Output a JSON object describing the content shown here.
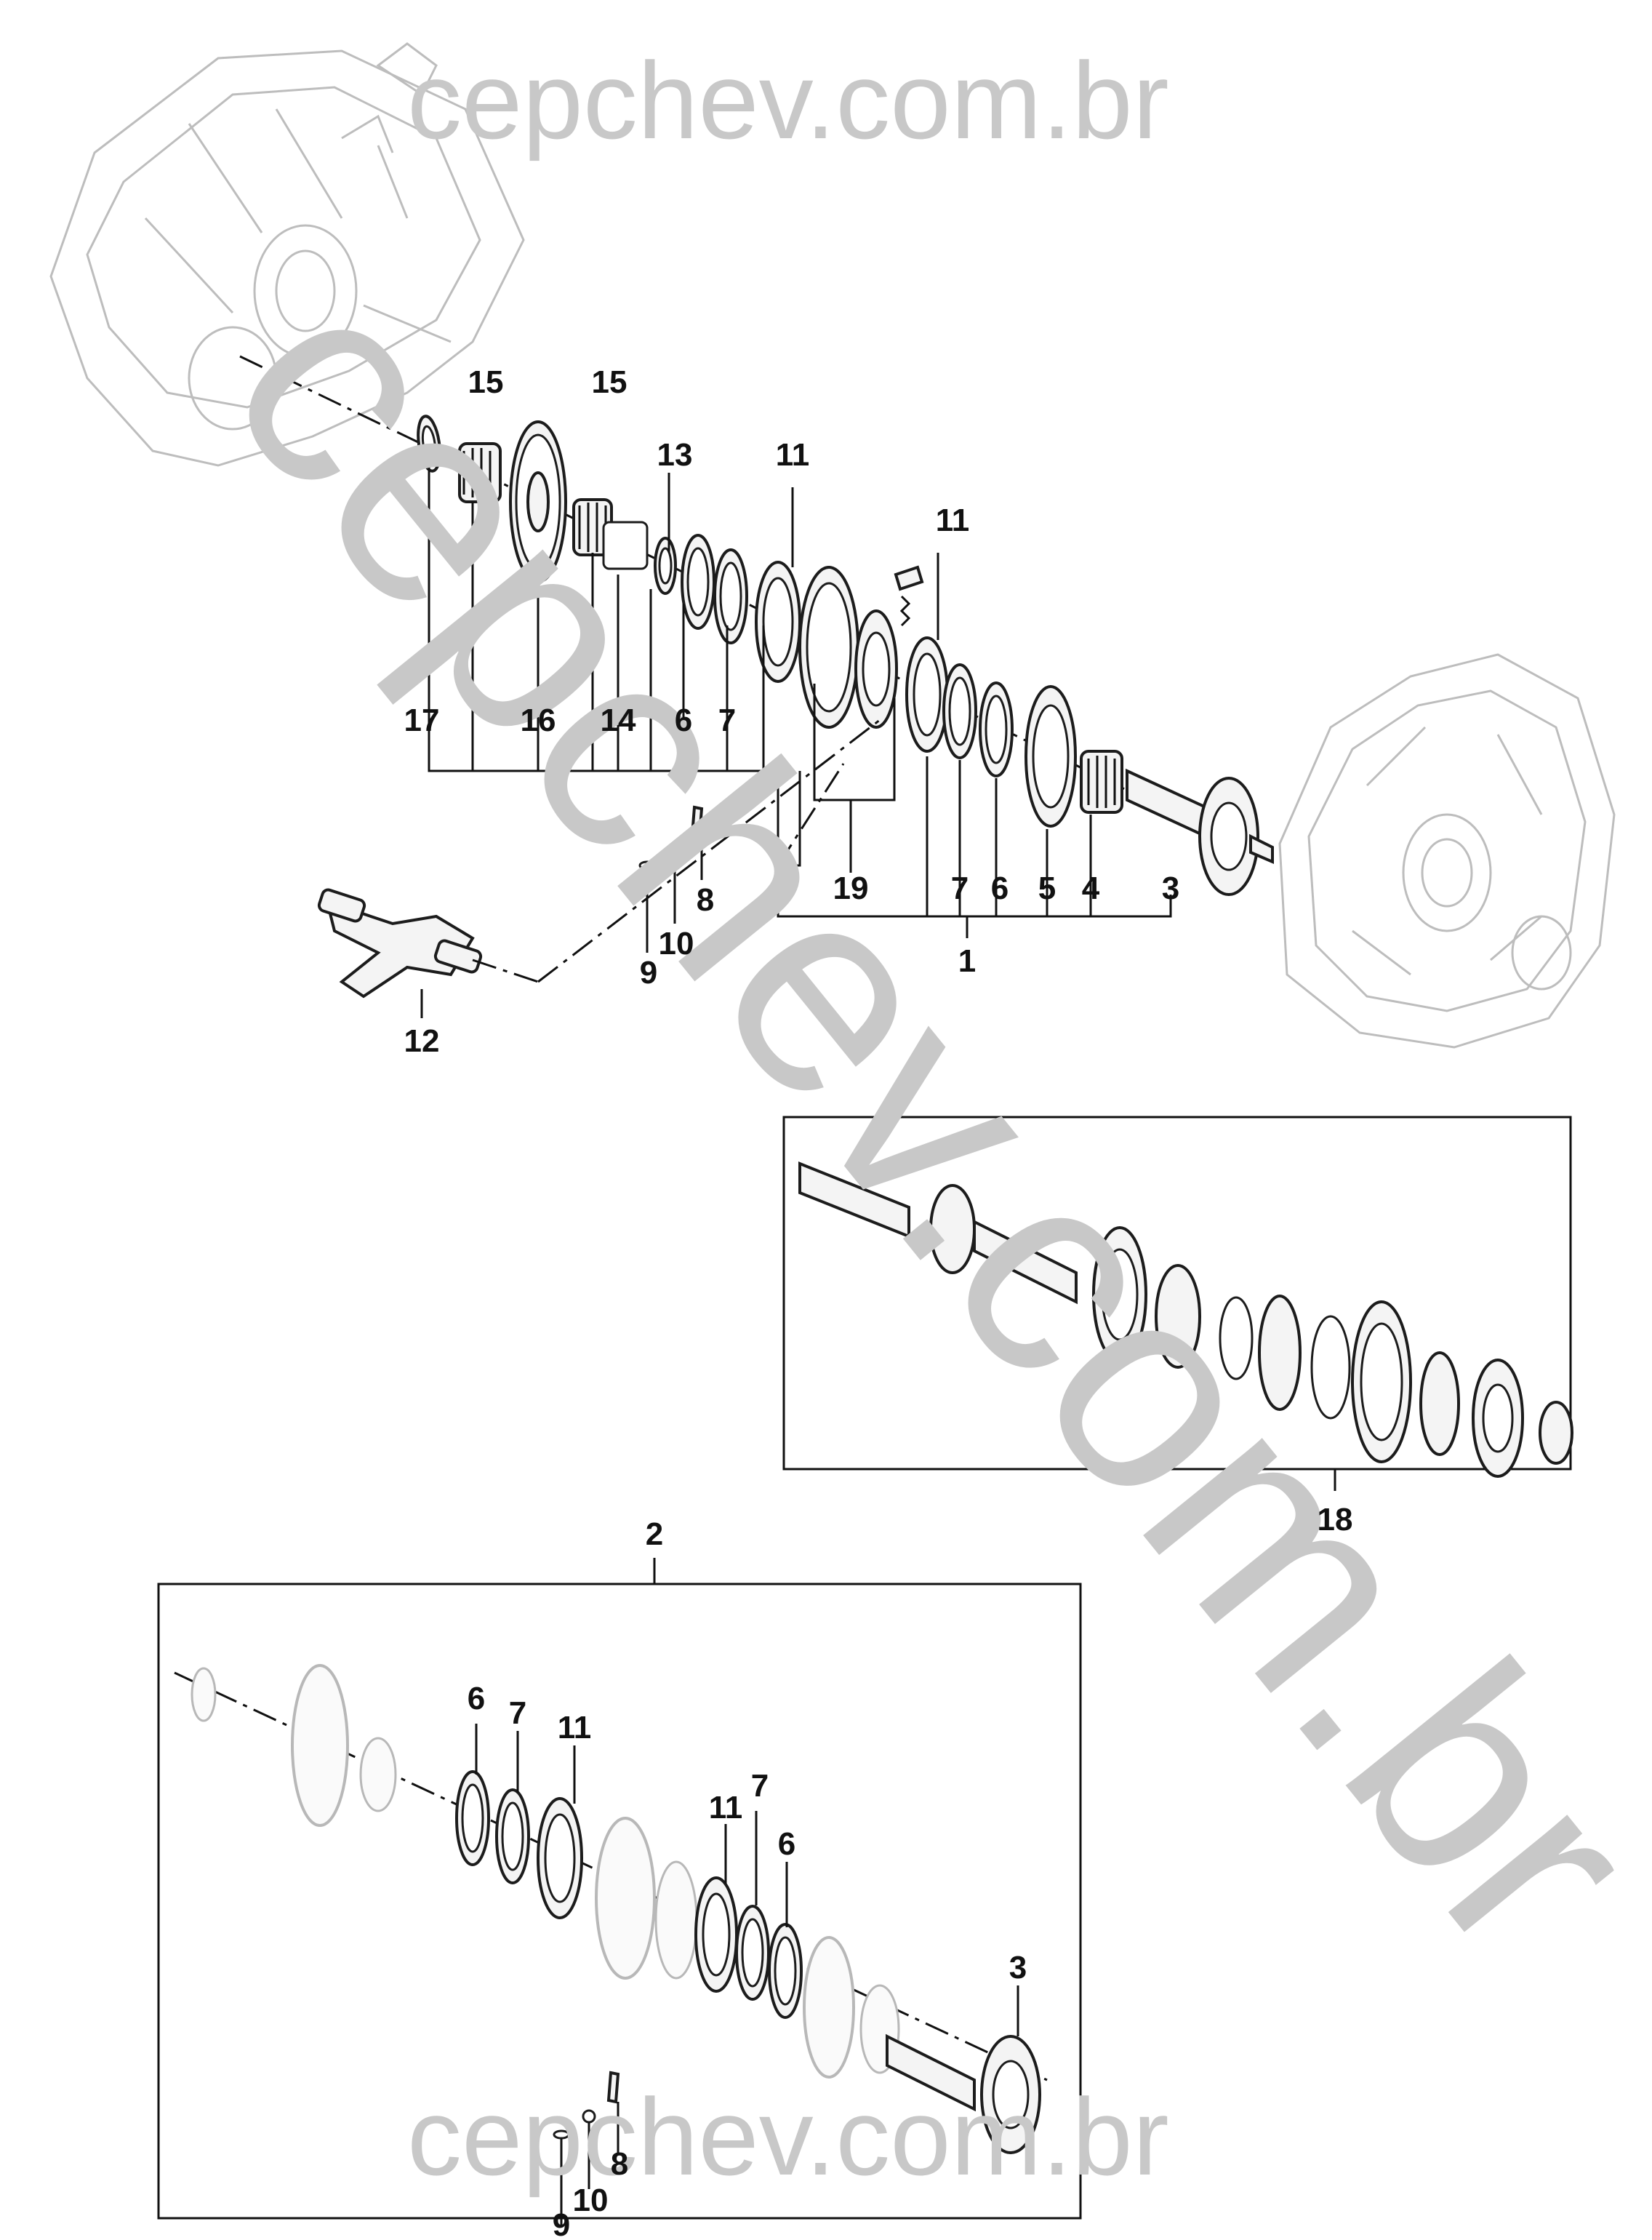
{
  "watermark": {
    "text": "cepchev.com.br",
    "color": "#c8c8c8"
  },
  "callouts": [
    {
      "id": "c17",
      "label": "17"
    },
    {
      "id": "c16",
      "label": "16"
    },
    {
      "id": "c14",
      "label": "14"
    },
    {
      "id": "c6a",
      "label": "6"
    },
    {
      "id": "c7a",
      "label": "7"
    },
    {
      "id": "c15a",
      "label": "15"
    },
    {
      "id": "c15b",
      "label": "15"
    },
    {
      "id": "c13",
      "label": "13"
    },
    {
      "id": "c11a",
      "label": "11"
    },
    {
      "id": "c11b",
      "label": "11"
    },
    {
      "id": "c19",
      "label": "19"
    },
    {
      "id": "c7b",
      "label": "7"
    },
    {
      "id": "c6b",
      "label": "6"
    },
    {
      "id": "c5",
      "label": "5"
    },
    {
      "id": "c4",
      "label": "4"
    },
    {
      "id": "c3a",
      "label": "3"
    },
    {
      "id": "c1",
      "label": "1"
    },
    {
      "id": "c8a",
      "label": "8"
    },
    {
      "id": "c10a",
      "label": "10"
    },
    {
      "id": "c9a",
      "label": "9"
    },
    {
      "id": "c12",
      "label": "12"
    },
    {
      "id": "c18",
      "label": "18"
    },
    {
      "id": "c2",
      "label": "2"
    },
    {
      "id": "c6c",
      "label": "6"
    },
    {
      "id": "c7c",
      "label": "7"
    },
    {
      "id": "c11c",
      "label": "11"
    },
    {
      "id": "c11d",
      "label": "11"
    },
    {
      "id": "c7d",
      "label": "7"
    },
    {
      "id": "c6d",
      "label": "6"
    },
    {
      "id": "c3b",
      "label": "3"
    },
    {
      "id": "c8b",
      "label": "8"
    },
    {
      "id": "c10b",
      "label": "10"
    },
    {
      "id": "c9b",
      "label": "9"
    }
  ]
}
